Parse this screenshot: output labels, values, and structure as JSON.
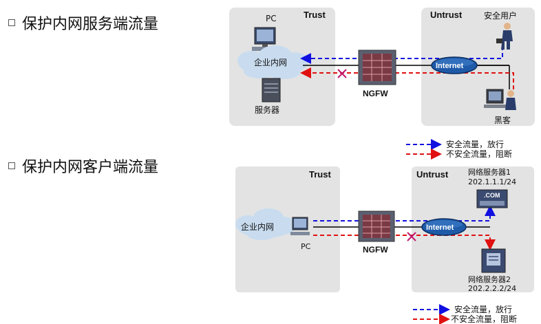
{
  "section1": {
    "title": "保护内网服务端流量",
    "trust_label": "Trust",
    "untrust_label": "Untrust",
    "pc_label": "PC",
    "lan_label": "企业内网",
    "server_label": "服务器",
    "firewall_label": "NGFW",
    "internet_label": "Internet",
    "safe_user_label": "安全用户",
    "hacker_label": "黑客"
  },
  "section2": {
    "title": "保护内网客户端流量",
    "trust_label": "Trust",
    "untrust_label": "Untrust",
    "lan_label": "企业内网",
    "pc_label": "PC",
    "firewall_label": "NGFW",
    "internet_label": "Internet",
    "server1_label": "网络服务器1",
    "server1_ip": "202.1.1.1/24",
    "server2_label": "网络服务器2",
    "server2_ip": "202.2.2.2/24",
    "com_label": ".COM"
  },
  "legend": {
    "safe": "安全流量，放行",
    "unsafe": "不安全流量，阻断"
  },
  "colors": {
    "safe_flow": "#1010e0",
    "unsafe_flow": "#e01010",
    "zone_bg": "#e3e3e3",
    "cloud": "#c9dcef",
    "internet": "#1e5aa8"
  }
}
